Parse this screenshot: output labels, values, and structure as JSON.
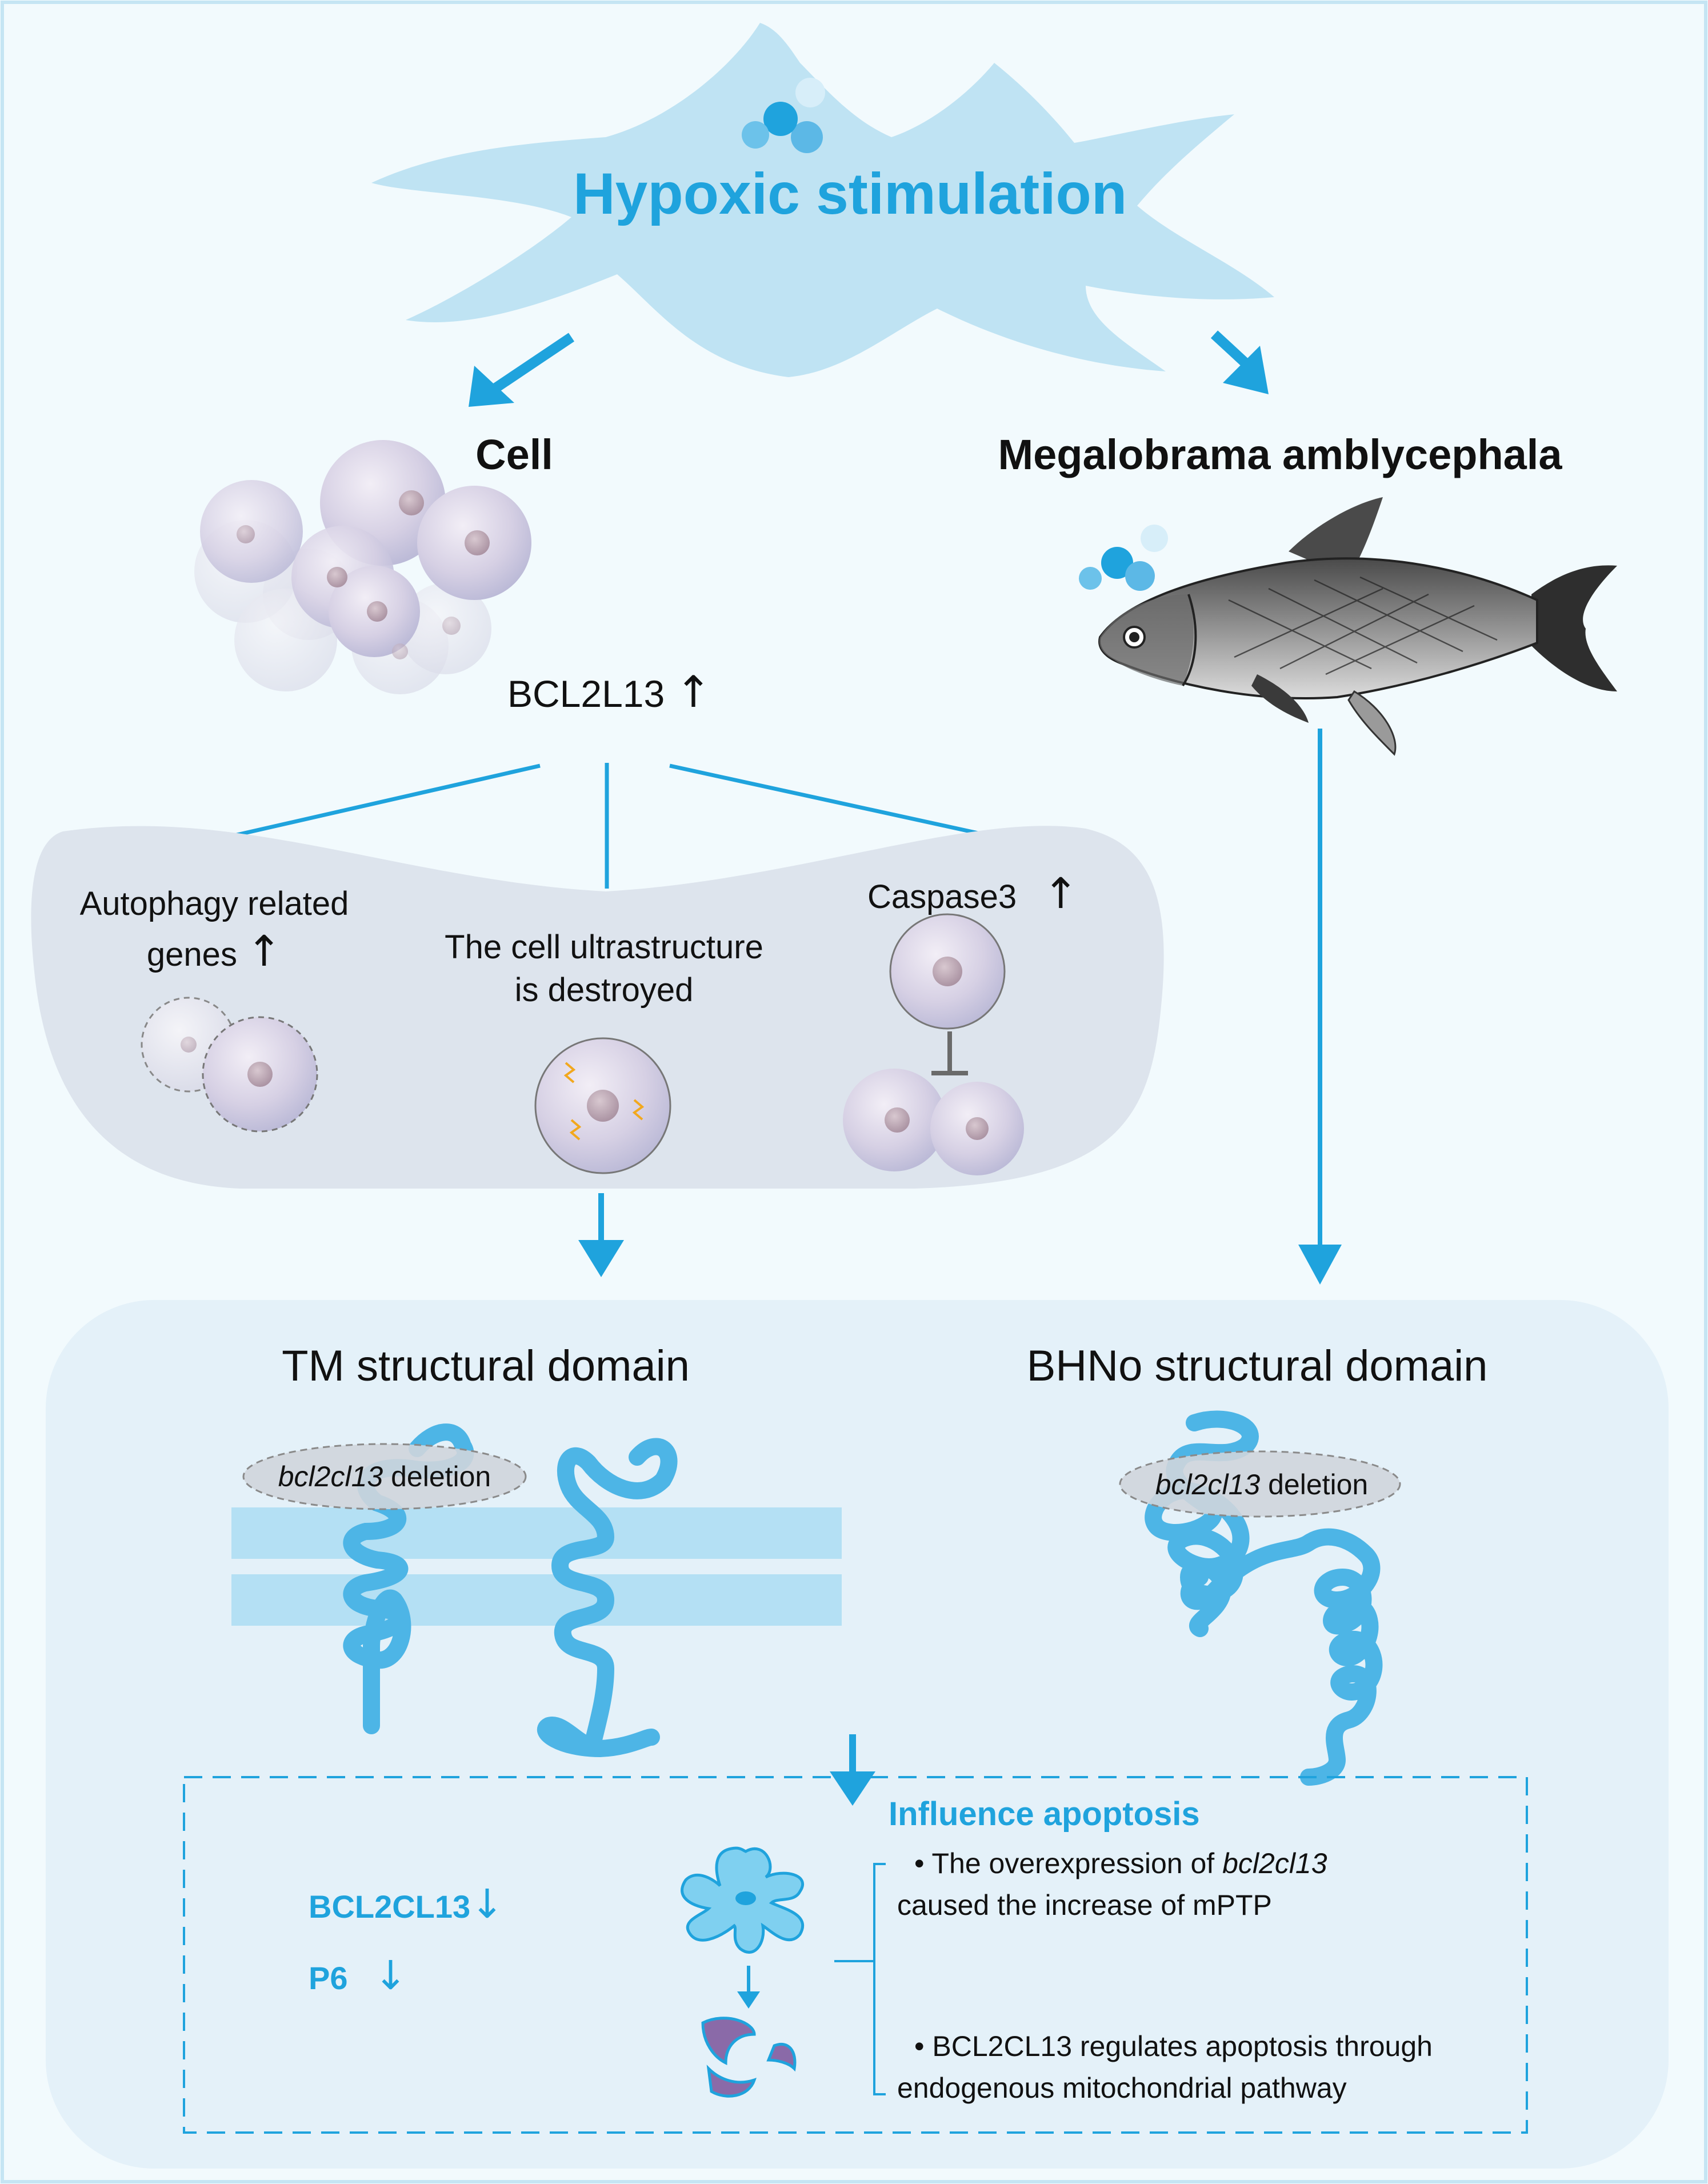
{
  "header": {
    "title": "Hypoxic stimulation"
  },
  "left_branch": {
    "title": "Cell",
    "marker": {
      "label": "BCL2L13",
      "trend": "↑"
    },
    "panel": {
      "autophagy": {
        "line1": "Autophagy related",
        "line2": "genes",
        "trend": "↑"
      },
      "ultrastructure": {
        "line1": "The cell ultrastructure",
        "line2": "is destroyed"
      },
      "caspase": {
        "label": "Caspase3",
        "trend": "↑"
      }
    }
  },
  "right_branch": {
    "title": "Megalobrama amblycephala"
  },
  "domains": {
    "tm": {
      "title": "TM structural domain",
      "deletion_gene": "bcl2cl13",
      "deletion_word": " deletion"
    },
    "bhno": {
      "title": "BHNo structural domain",
      "deletion_gene": "bcl2cl13",
      "deletion_word": " deletion"
    }
  },
  "apoptosis": {
    "title": "Influence apoptosis",
    "marker1": {
      "label": "BCL2CL13",
      "trend": "↓"
    },
    "marker2": {
      "label": "P6",
      "trend": "↓"
    },
    "bullet1": {
      "prefix": "• The overexpression of ",
      "gene": "bcl2cl13",
      "line2": "caused the increase of mPTP"
    },
    "bullet2": {
      "line1": "• BCL2CL13  regulates apoptosis through",
      "line2": "endogenous mitochondrial pathway"
    }
  },
  "colors": {
    "accent": "#1fa3dd",
    "cloud": "#bfe3f3",
    "panel": "#dde4ed",
    "lower_panel": "#e4f1f9",
    "membrane": "#b4e0f4",
    "protein": "#4db5e6"
  }
}
